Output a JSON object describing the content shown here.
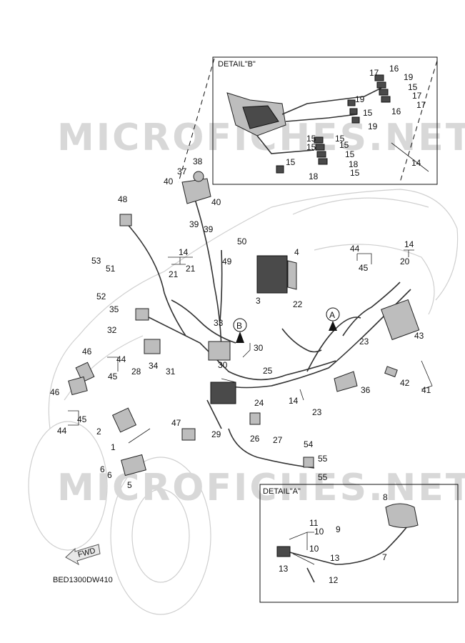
{
  "diagram_code": "BED1300DW410",
  "watermark": "MICROFICHES.NET",
  "fwd_arrow": "FWD",
  "detail_b": {
    "title": "DETAIL\"B\"",
    "marker": "B"
  },
  "detail_a": {
    "title": "DETAIL\"A\"",
    "marker": "A"
  },
  "callouts": {
    "c1": "1",
    "c2": "2",
    "c3": "3",
    "c4": "4",
    "c5": "5",
    "c6": "6",
    "c7": "7",
    "c8": "8",
    "c9": "9",
    "c10": "10",
    "c11": "11",
    "c12": "12",
    "c13": "13",
    "c14": "14",
    "c15": "15",
    "c16": "16",
    "c17": "17",
    "c18": "18",
    "c19": "19",
    "c20": "20",
    "c21": "21",
    "c22": "22",
    "c23": "23",
    "c24": "24",
    "c25": "25",
    "c26": "26",
    "c27": "27",
    "c28": "28",
    "c29": "29",
    "c30": "30",
    "c31": "31",
    "c32": "32",
    "c33": "33",
    "c34": "34",
    "c35": "35",
    "c36": "36",
    "c37": "37",
    "c38": "38",
    "c39": "39",
    "c40": "40",
    "c41": "41",
    "c42": "42",
    "c43": "43",
    "c44": "44",
    "c45": "45",
    "c46": "46",
    "c47": "47",
    "c48": "48",
    "c49": "49",
    "c50": "50",
    "c51": "51",
    "c52": "52",
    "c53": "53",
    "c54": "54",
    "c55": "55"
  },
  "colors": {
    "line": "#111111",
    "ghost": "#cfcfcf",
    "watermark": "#d8d8d8"
  }
}
